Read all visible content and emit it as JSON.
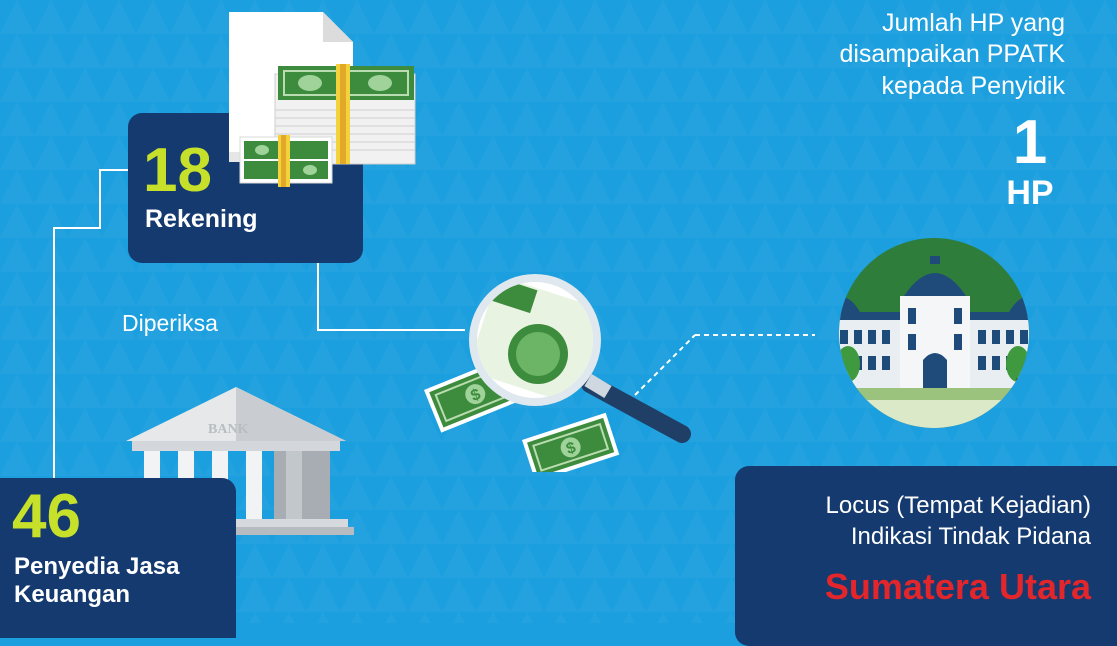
{
  "accounts": {
    "count": "18",
    "label": "Rekening"
  },
  "providers": {
    "count": "46",
    "label_line1": "Penyedia Jasa",
    "label_line2": "Keuangan"
  },
  "examined_label": "Diperiksa",
  "bank_sign": "BANK",
  "hp": {
    "title_line1": "Jumlah HP yang",
    "title_line2": "disampaikan PPATK",
    "title_line3": "kepada Penyidik",
    "count": "1",
    "unit": "HP"
  },
  "locus": {
    "line1": "Locus (Tempat Kejadian)",
    "line2": "Indikasi Tindak Pidana",
    "place": "Sumatera Utara"
  },
  "colors": {
    "background": "#1c9fde",
    "box": "#143a70",
    "number_highlight": "#c7e12b",
    "place_highlight": "#e3262b",
    "money_green": "#3d8b3d"
  },
  "icons": [
    "document-icon",
    "money-stack-icon",
    "bank-icon",
    "magnifier-icon",
    "banknote-icon",
    "government-building-icon"
  ]
}
